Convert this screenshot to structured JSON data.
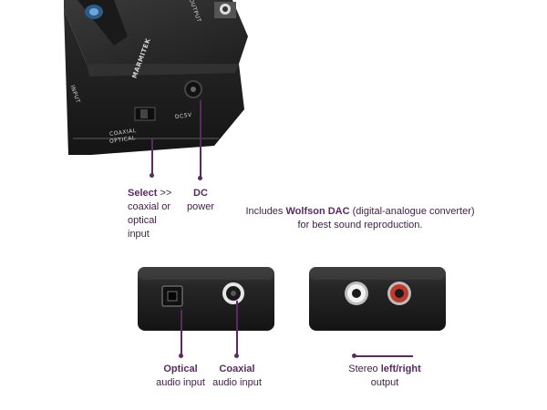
{
  "top_device": {
    "brand": "MARMITEK",
    "port_label_input": "INPUT",
    "port_label_dc": "DC5V",
    "switch_labels": [
      "COAXIAL",
      "OPTICAL"
    ],
    "output_label": "OUTPUT"
  },
  "callouts": {
    "select_line1_bold": "Select",
    "select_line1_rest": " >>",
    "select_line2": "coaxial or",
    "select_line3": "optical",
    "select_line4": "input",
    "dc_line1": "DC",
    "dc_line2": "power",
    "wolfson_pre": "Includes ",
    "wolfson_bold": "Wolfson DAC",
    "wolfson_post": " (digital-analogue converter)",
    "wolfson_line2": "for best sound reproduction.",
    "optical_bold": "Optical",
    "optical_line2": "audio input",
    "coaxial_bold": "Coaxial",
    "coaxial_line2": "audio input",
    "stereo_pre": "Stereo ",
    "stereo_bold": "left/right",
    "stereo_line2": "output"
  },
  "colors": {
    "accent": "#5a2a63",
    "device_body": "#2b2b2b",
    "rca_red": "#c0392b",
    "rca_white": "#f2f2f2"
  }
}
